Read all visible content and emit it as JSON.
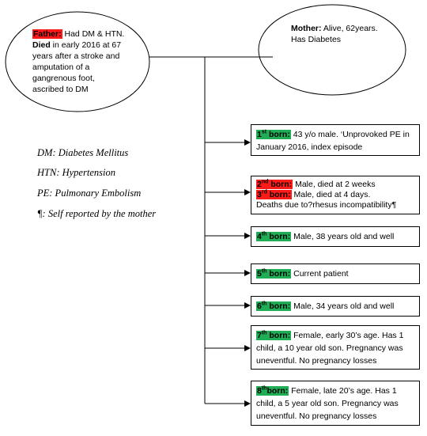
{
  "father": {
    "label": "Father:",
    "text1": " Had DM & HTN. ",
    "died_label": "Died",
    "text2": " in early 2016 at 67 years after a stroke and amputation of a gangrenous foot, ascribed to DM"
  },
  "mother": {
    "label": "Mother:",
    "text": " Alive, 62years. Has Diabetes"
  },
  "legend": [
    "DM: Diabetes Mellitus",
    "HTN: Hypertension",
    "PE: Pulmonary Embolism",
    "¶: Self reported by the mother"
  ],
  "children": [
    {
      "lines": [
        {
          "num": "1",
          "sup": "st",
          "rest": " born:",
          "color": "green",
          "text": " 43 y/o male. ‘Unprovoked PE in January 2016, index episode"
        }
      ]
    },
    {
      "lines": [
        {
          "num": "2",
          "sup": "nd",
          "rest": " born:",
          "color": "red",
          "text": " Male, died at 2 weeks"
        },
        {
          "num": "3",
          "sup": "rd",
          "rest": " born:",
          "color": "red",
          "text": " Male, died at 4 days."
        },
        {
          "plain": "Deaths due to?rhesus incompatibility¶"
        }
      ]
    },
    {
      "lines": [
        {
          "num": "4",
          "sup": "th",
          "rest": " born:",
          "color": "green",
          "text": " Male, 38 years old and well"
        }
      ]
    },
    {
      "lines": [
        {
          "num": "5",
          "sup": "th",
          "rest": " born:",
          "color": "green",
          "text": " Current patient"
        }
      ]
    },
    {
      "lines": [
        {
          "num": "6",
          "sup": "th",
          "rest": " born:",
          "color": "green",
          "text": " Male, 34 years old and well"
        }
      ]
    },
    {
      "lines": [
        {
          "num": "7",
          "sup": "th",
          "rest": " born:",
          "color": "green",
          "text": " Female, early 30’s age. Has 1 child, a 10 year old son. Pregnancy was uneventful. No pregnancy losses"
        }
      ]
    },
    {
      "lines": [
        {
          "num": "8",
          "sup": "th",
          "rest": "born:",
          "color": "green",
          "text": " Female, late 20’s age. Has 1 child, a 5 year old son. Pregnancy was uneventful. No pregnancy losses"
        }
      ]
    }
  ]
}
